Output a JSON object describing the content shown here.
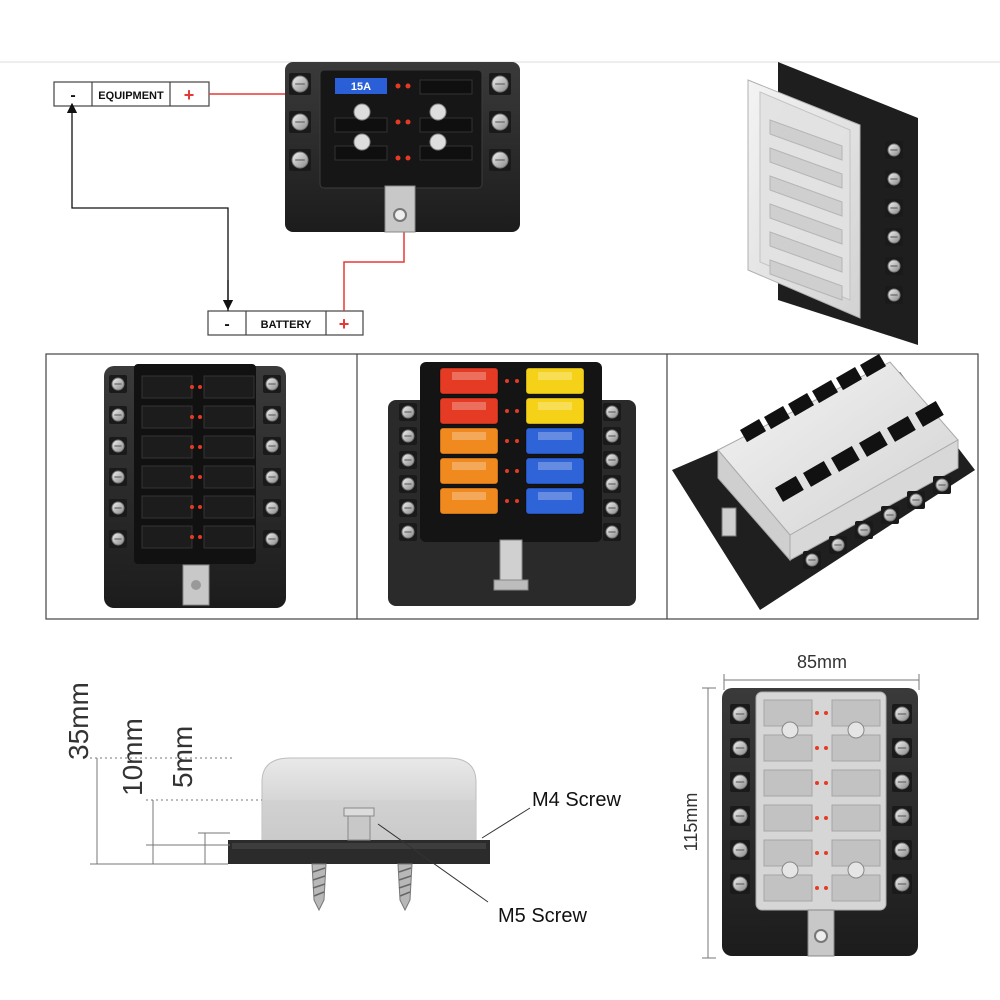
{
  "wiring": {
    "equipment": {
      "minus": "-",
      "label": "EQUIPMENT",
      "plus": "+"
    },
    "battery": {
      "minus": "-",
      "label": "BATTERY",
      "plus": "+"
    },
    "fuse_rating": "15A"
  },
  "dimensions": {
    "width": "85mm",
    "height": "115mm",
    "total_height": "35mm",
    "cover_height": "10mm",
    "base_height": "5mm",
    "m4_screw": "M4 Screw",
    "m5_screw": "M5 Screw"
  },
  "colors": {
    "wire_positive": "#e53935",
    "wire_negative": "#111111",
    "fuse_red": "#e53b24",
    "fuse_yellow": "#f5d218",
    "fuse_orange": "#f08a1e",
    "fuse_blue": "#2f63d8",
    "body": "#2a2a2a",
    "stud": "#c9c9c9"
  }
}
